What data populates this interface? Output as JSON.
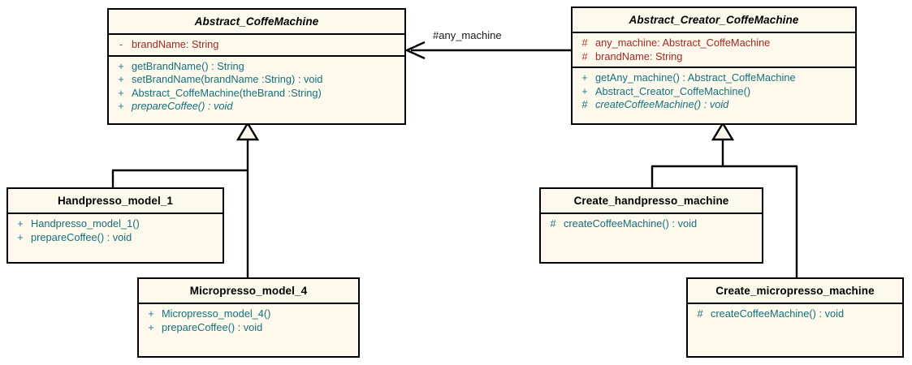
{
  "diagram": {
    "title": "Abstract Factory coffee machine UML class diagram",
    "colors": {
      "class_fill": "#fdf9ec",
      "border": "#000000",
      "attribute_text": "#9e2a23",
      "operation_text": "#15707c",
      "background": "#ffffff"
    }
  },
  "classes": {
    "abstract_coffemachine": {
      "name": "Abstract_CoffeMachine",
      "attributes": [
        {
          "visibility": "-",
          "text": "brandName:  String"
        }
      ],
      "operations": [
        {
          "visibility": "+",
          "text": "getBrandName() : String"
        },
        {
          "visibility": "+",
          "text": "setBrandName(brandName :String) : void"
        },
        {
          "visibility": "+",
          "text": "Abstract_CoffeMachine(theBrand :String)"
        },
        {
          "visibility": "+",
          "text": "prepareCoffee() : void"
        }
      ]
    },
    "abstract_creator_coffemachine": {
      "name": "Abstract_Creator_CoffeMachine",
      "attributes": [
        {
          "visibility": "#",
          "text": "any_machine:  Abstract_CoffeMachine"
        },
        {
          "visibility": "#",
          "text": "brandName:  String"
        }
      ],
      "operations": [
        {
          "visibility": "+",
          "text": "getAny_machine() : Abstract_CoffeMachine"
        },
        {
          "visibility": "+",
          "text": "Abstract_Creator_CoffeMachine()"
        },
        {
          "visibility": "#",
          "text": "createCoffeeMachine() : void"
        }
      ]
    },
    "handpresso_model_1": {
      "name": "Handpresso_model_1",
      "operations": [
        {
          "visibility": "+",
          "text": "Handpresso_model_1()"
        },
        {
          "visibility": "+",
          "text": "prepareCoffee() : void"
        }
      ]
    },
    "micropresso_model_4": {
      "name": "Micropresso_model_4",
      "operations": [
        {
          "visibility": "+",
          "text": "Micropresso_model_4()"
        },
        {
          "visibility": "+",
          "text": "prepareCoffee() : void"
        }
      ]
    },
    "create_handpresso_machine": {
      "name": "Create_handpresso_machine",
      "operations": [
        {
          "visibility": "#",
          "text": "createCoffeeMachine() : void"
        }
      ]
    },
    "create_micropresso_machine": {
      "name": "Create_micropresso_machine",
      "operations": [
        {
          "visibility": "#",
          "text": "createCoffeeMachine() : void"
        }
      ]
    }
  },
  "associations": {
    "any_machine": {
      "label": "#any_machine",
      "from": "Abstract_Creator_CoffeMachine",
      "to": "Abstract_CoffeMachine",
      "arrow": "open"
    }
  },
  "generalizations": [
    {
      "child": "Handpresso_model_1",
      "parent": "Abstract_CoffeMachine"
    },
    {
      "child": "Micropresso_model_4",
      "parent": "Abstract_CoffeMachine"
    },
    {
      "child": "Create_handpresso_machine",
      "parent": "Abstract_Creator_CoffeMachine"
    },
    {
      "child": "Create_micropresso_machine",
      "parent": "Abstract_Creator_CoffeMachine"
    }
  ]
}
